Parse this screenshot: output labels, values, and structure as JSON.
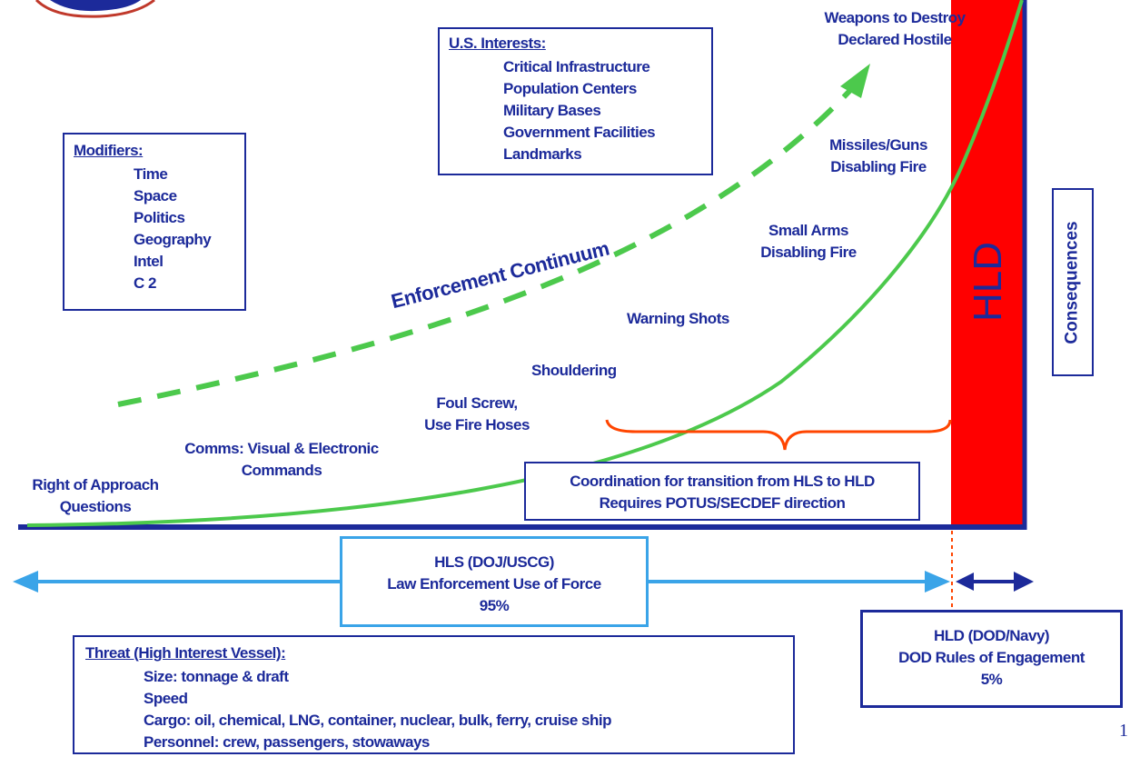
{
  "colors": {
    "text": "#1c2a9a",
    "axis": "#1c2a9a",
    "curve": "#4cc94c",
    "hld_bar": "#ff0000",
    "bracket": "#ff4500",
    "hls_arrow": "#3aa4e8",
    "hld_arrow": "#1c2a9a",
    "hls_box_border": "#3aa4e8"
  },
  "modifiers": {
    "title": "Modifiers:",
    "items": [
      "Time",
      "Space",
      "Politics",
      "Geography",
      "Intel",
      "C 2"
    ]
  },
  "us_interests": {
    "title": "U.S. Interests:",
    "items": [
      "Critical Infrastructure",
      "Population Centers",
      "Military Bases",
      "Government Facilities",
      "Landmarks"
    ]
  },
  "continuum_label": "Enforcement Continuum",
  "steps": {
    "weapons_line1": "Weapons to Destroy",
    "weapons_line2": "Declared Hostile",
    "missiles_line1": "Missiles/Guns",
    "missiles_line2": "Disabling Fire",
    "small_arms_line1": "Small Arms",
    "small_arms_line2": "Disabling Fire",
    "warning_shots": "Warning Shots",
    "shouldering": "Shouldering",
    "foul_screw_line1": "Foul Screw,",
    "foul_screw_line2": "Use Fire Hoses",
    "comms_line1": "Comms: Visual & Electronic",
    "comms_line2": "Commands",
    "approach_line1": "Right of Approach",
    "approach_line2": "Questions"
  },
  "hld_bar_label": "HLD",
  "consequences": "Consequences",
  "coordination": {
    "line1": "Coordination for transition from HLS to HLD",
    "line2": "Requires POTUS/SECDEF direction"
  },
  "hls_box": {
    "line1": "HLS (DOJ/USCG)",
    "line2": "Law Enforcement Use of Force",
    "line3": "95%"
  },
  "hld_box": {
    "line1": "HLD (DOD/Navy)",
    "line2": "DOD Rules of Engagement",
    "line3": "5%"
  },
  "threat": {
    "title": "Threat (High Interest Vessel):",
    "items": [
      "Size: tonnage & draft",
      "Speed",
      "Cargo: oil, chemical, LNG, container, nuclear, bulk, ferry, cruise ship",
      "Personnel: crew, passengers, stowaways"
    ]
  },
  "page_number": "1"
}
